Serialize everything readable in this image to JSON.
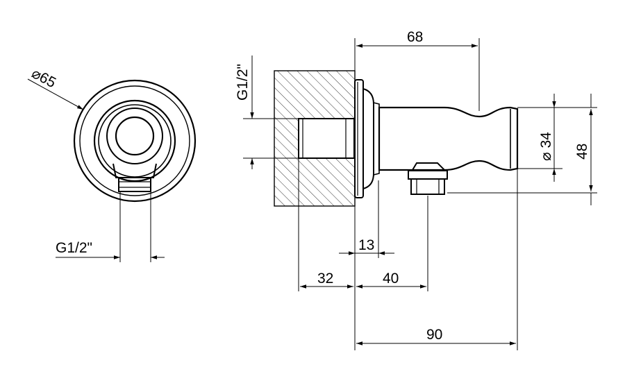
{
  "diagram": {
    "front_view": {
      "diameter_label": "⌀65",
      "thread_label": "G1/2\""
    },
    "side_view": {
      "thread_label": "G1/2\"",
      "dimensions": {
        "length_68": "68",
        "length_13": "13",
        "length_32": "32",
        "length_40": "40",
        "length_90": "90",
        "diameter_34": "⌀ 34",
        "height_48": "48"
      }
    },
    "colors": {
      "line": "#000000",
      "background": "#ffffff"
    }
  }
}
